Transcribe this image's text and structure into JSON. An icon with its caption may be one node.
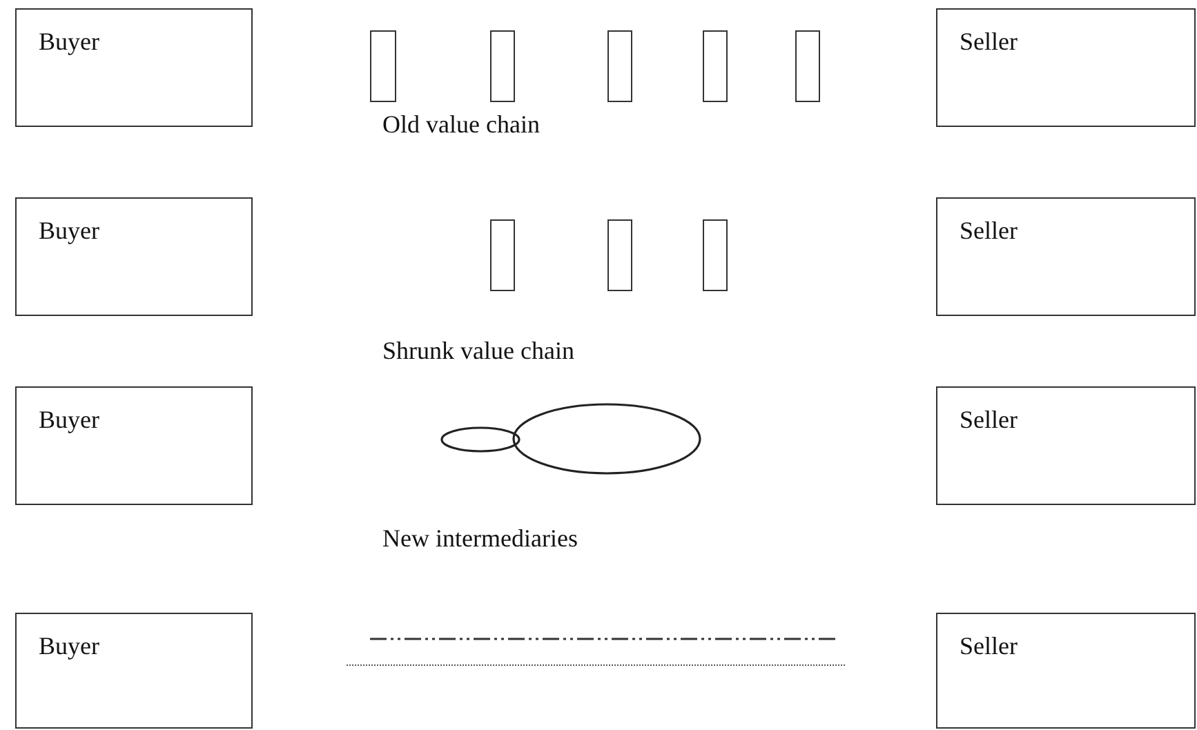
{
  "diagram": {
    "nodes": [
      {
        "text": [
          "Buyer"
        ]
      },
      {
        "text": [],
        "shape": "box"
      },
      {
        "text": [],
        "shape": "box"
      },
      {
        "text": [],
        "shape": "box"
      },
      {
        "text": [],
        "shape": "box"
      },
      {
        "text": [],
        "shape": "box"
      },
      {
        "text": [
          "Seller"
        ]
      },
      {
        "text": [
          "Buyer"
        ]
      },
      {
        "text": [],
        "shape": "box"
      },
      {
        "text": [],
        "shape": "box"
      },
      {
        "text": [],
        "shape": "box"
      },
      {
        "text": [
          "Seller"
        ]
      },
      {
        "text": [
          "Buyer"
        ]
      },
      {
        "text": [],
        "shape": "ellipse"
      },
      {
        "text": [],
        "shape": "ellipse"
      },
      {
        "text": [
          "Seller"
        ]
      },
      {
        "text": [
          "Buyer"
        ]
      },
      {
        "text": [
          "Seller"
        ]
      }
    ],
    "edges": [],
    "labels": [
      "Old value chain",
      "Shrunk value chain",
      "New intermediaries"
    ]
  }
}
